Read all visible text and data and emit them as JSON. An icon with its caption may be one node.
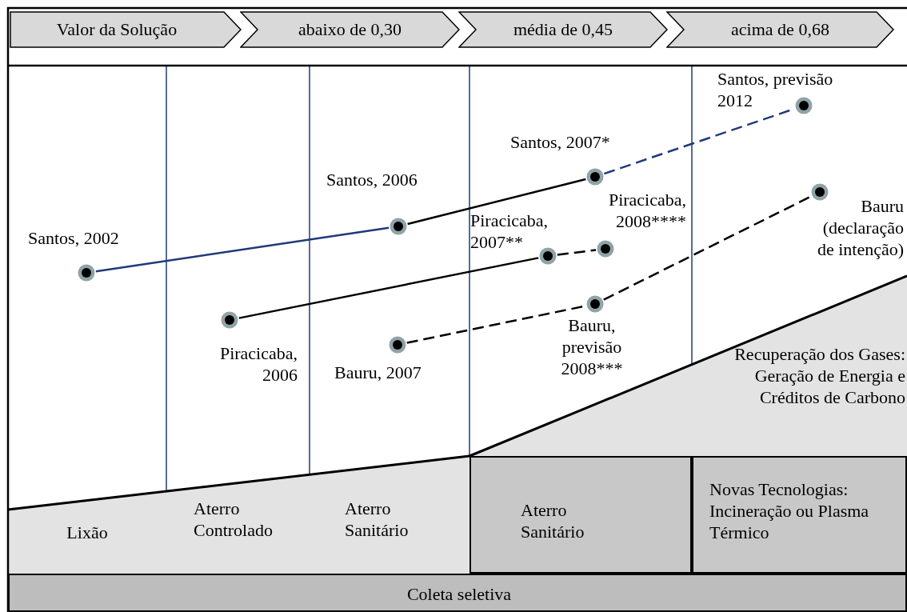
{
  "diagram": {
    "nodes": [
      {
        "text": [
          "Valor da Solução"
        ]
      },
      {
        "text": [
          "abaixo de 0,30"
        ]
      },
      {
        "text": [
          "média de 0,45"
        ]
      },
      {
        "text": [
          "acima de 0,68"
        ]
      },
      {
        "text": [],
        "shape": "circle",
        "beside": [
          "Santos, 2002"
        ]
      },
      {
        "text": [],
        "shape": "circle",
        "beside": [
          "Santos, 2006"
        ]
      },
      {
        "text": [],
        "shape": "circle",
        "beside": [
          "Santos, 2007*"
        ]
      },
      {
        "text": [],
        "shape": "circle",
        "beside": [
          "Santos, previsão 2012"
        ]
      },
      {
        "text": [],
        "shape": "circle",
        "beside": [
          "Piracicaba, 2006"
        ]
      },
      {
        "text": [],
        "shape": "circle",
        "beside": [
          "Piracicaba, 2007**"
        ]
      },
      {
        "text": [],
        "shape": "circle",
        "beside": [
          "Piracicaba, 2008****"
        ]
      },
      {
        "text": [],
        "shape": "circle",
        "beside": [
          "Bauru, 2007"
        ]
      },
      {
        "text": [],
        "shape": "circle",
        "beside": [
          "Bauru, previsão 2008***"
        ]
      },
      {
        "text": [],
        "shape": "circle",
        "beside": [
          "Bauru (declaração de intenção)"
        ]
      },
      {
        "text": [
          "Lixão"
        ]
      },
      {
        "text": [
          "Aterro Controlado"
        ]
      },
      {
        "text": [
          "Aterro Sanitário"
        ]
      },
      {
        "text": [
          "Aterro Sanitário"
        ]
      },
      {
        "text": [
          "Novas Tecnologias: Incineração ou Plasma Térmico"
        ]
      },
      {
        "text": [
          "Recuperação dos Gases: Geração de Energia e Créditos de Carbono"
        ]
      },
      {
        "text": [
          "Coleta seletiva"
        ]
      }
    ],
    "edges": [
      {
        "from": 4,
        "to": 5,
        "arrow": "none",
        "color": "#1f3a7a"
      },
      {
        "from": 5,
        "to": 6,
        "arrow": "none"
      },
      {
        "from": 6,
        "to": 7,
        "arrow": "none",
        "style": "dashed",
        "color": "#1f3a7a"
      },
      {
        "from": 8,
        "to": 9,
        "arrow": "none"
      },
      {
        "from": 9,
        "to": 10,
        "arrow": "none",
        "style": "dashed"
      },
      {
        "from": 11,
        "to": 12,
        "arrow": "none",
        "style": "dashed"
      },
      {
        "from": 12,
        "to": 13,
        "arrow": "none",
        "style": "dashed"
      }
    ]
  }
}
